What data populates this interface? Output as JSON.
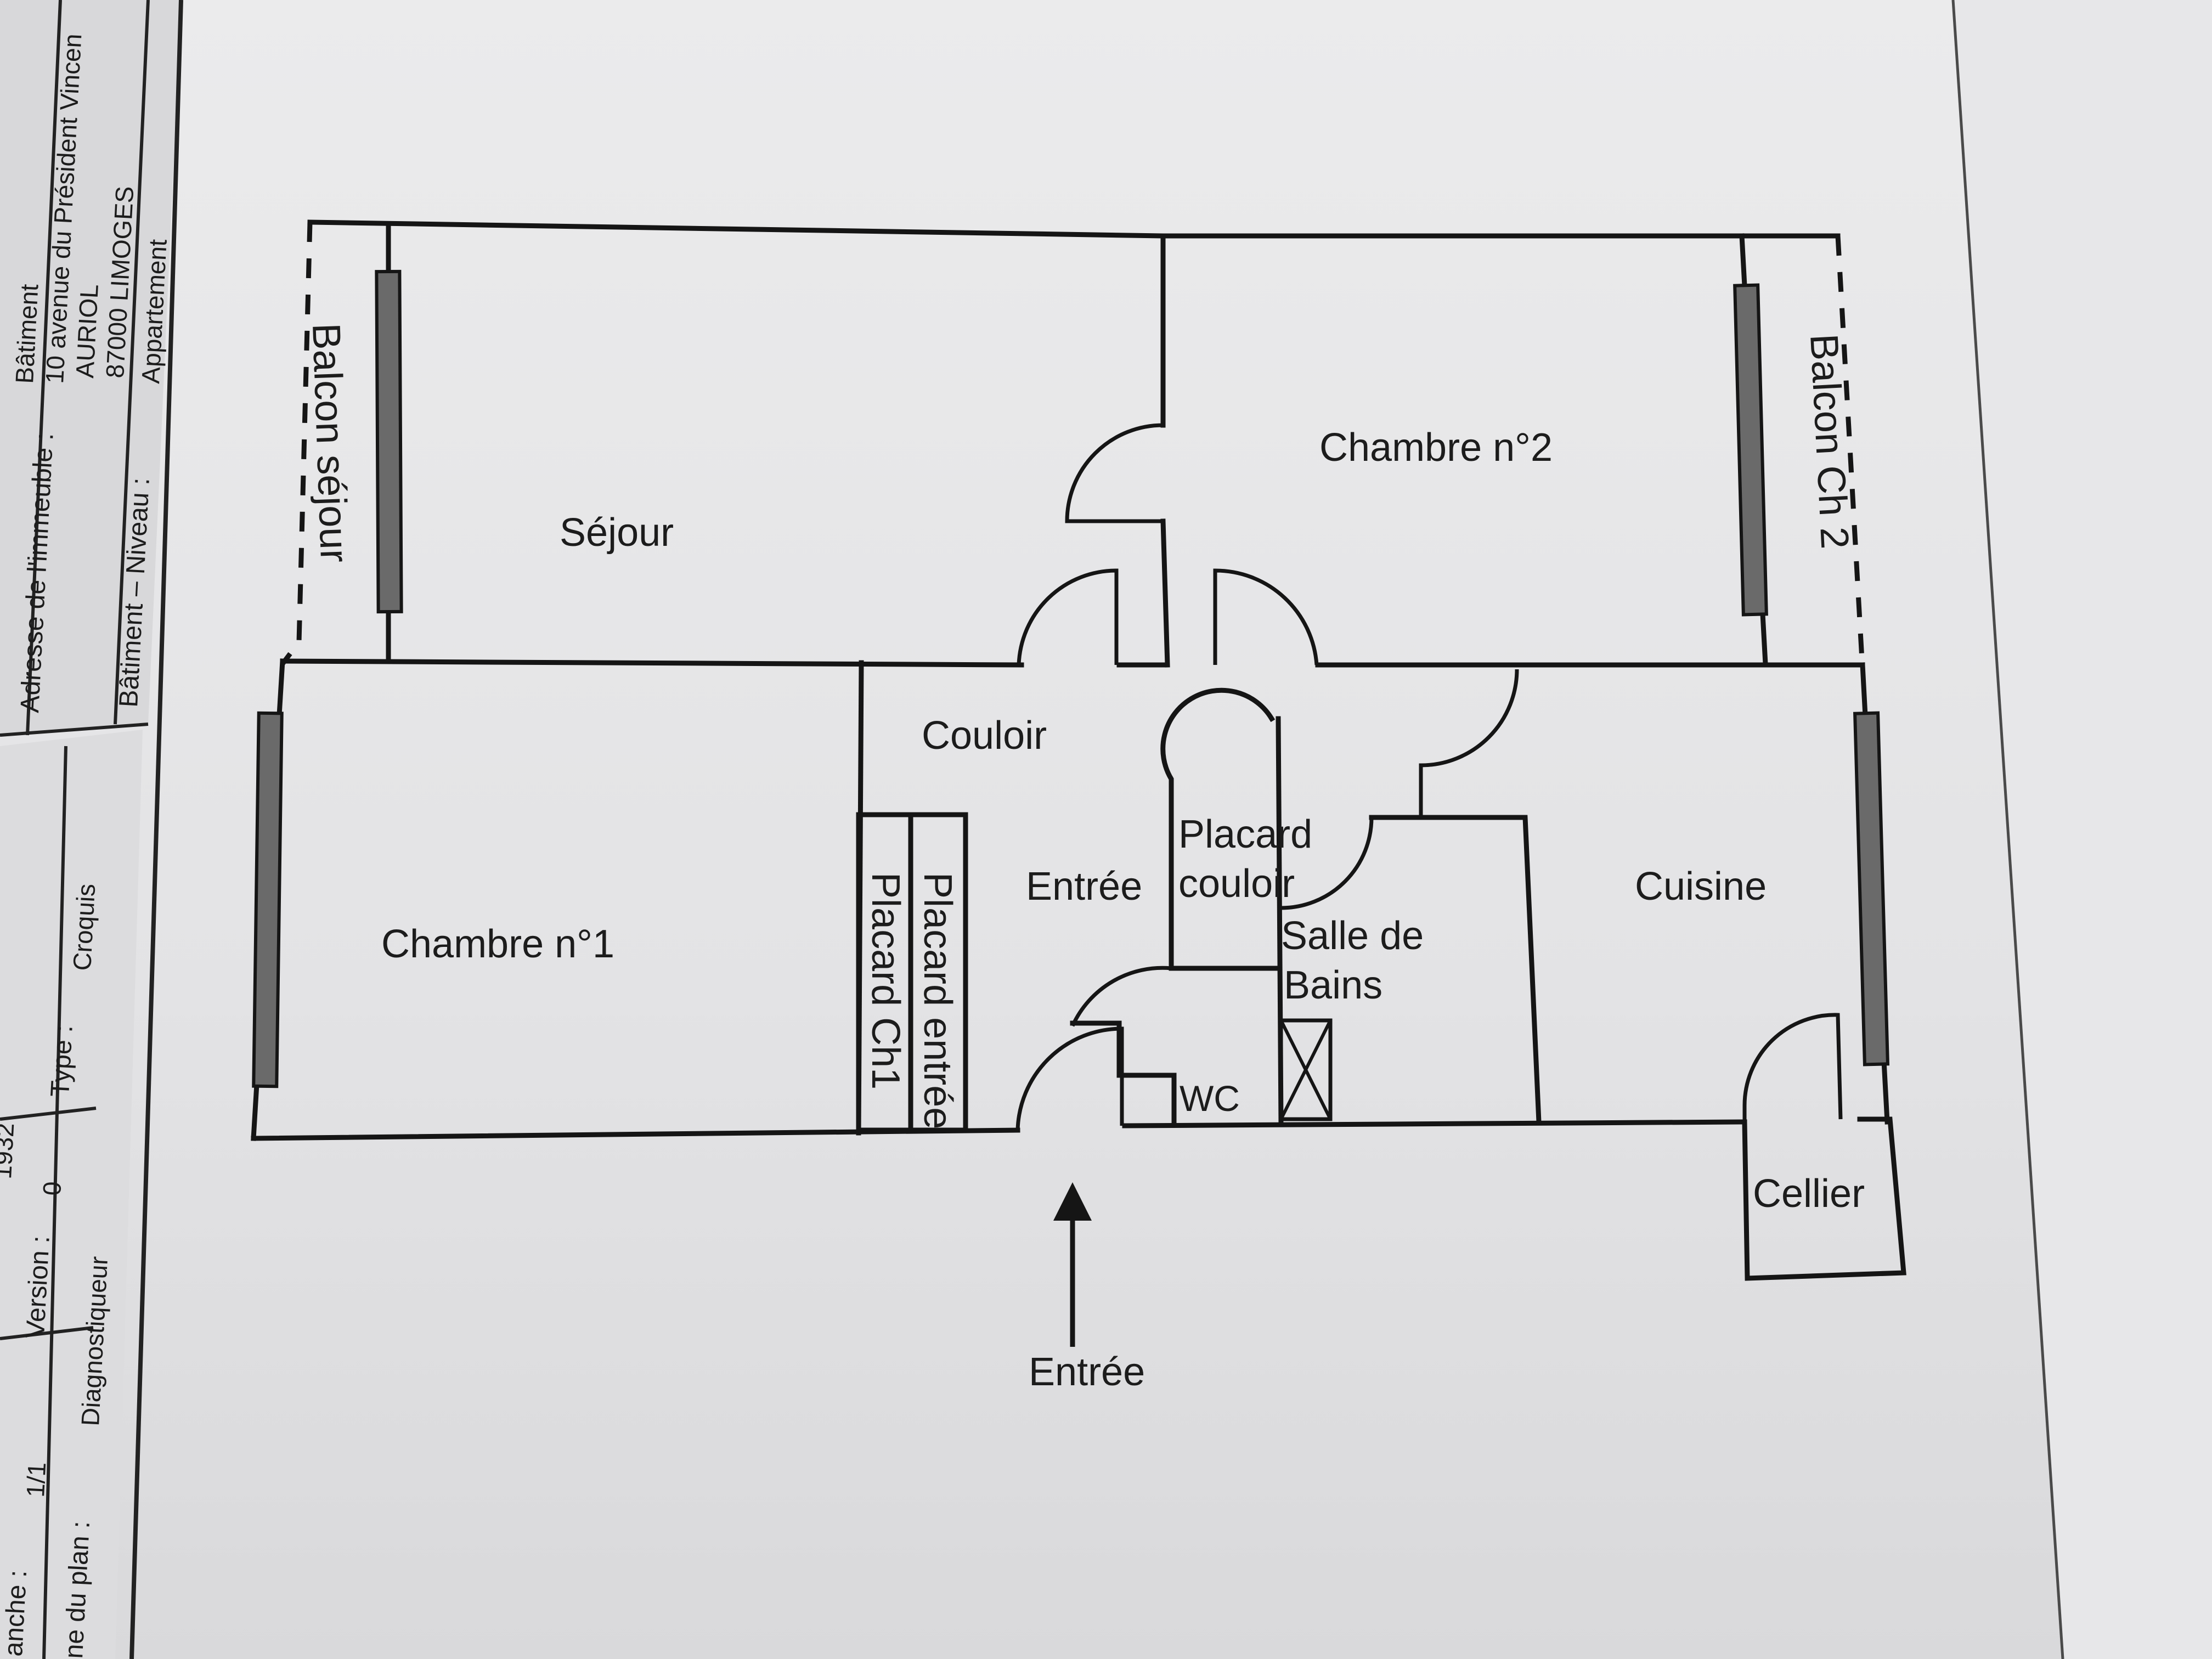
{
  "header": {
    "planche_label": "anche :",
    "planche_value": "1/1",
    "version_label": "Version :",
    "version_value": "0",
    "type_label": "Type :",
    "type_value": "Croquis",
    "plan_label": "ne du plan :",
    "plan_value": "Diagnostiqueur",
    "address_label": "Adresse de l'immeuble :",
    "address_line1": "Bâtiment",
    "address_line2": "10 avenue du Président Vincen",
    "address_line3": "AURIOL",
    "address_line4": "87000 LIMOGES",
    "niveau_label": "Bâtiment – Niveau :",
    "niveau_value": "Appartement",
    "partial_top": "1932"
  },
  "plan": {
    "rooms": {
      "sejour": "Séjour",
      "chambre2": "Chambre n°2",
      "chambre1": "Chambre n°1",
      "couloir": "Couloir",
      "entree": "Entrée",
      "placard_couloir_1": "Placard",
      "placard_couloir_2": "couloir",
      "salle_de_bains_1": "Salle de",
      "salle_de_bains_2": "Bains",
      "cuisine": "Cuisine",
      "wc": "WC",
      "cellier": "Cellier",
      "placard_entree": "Placard entrée",
      "placard_ch1": "Placard Ch1"
    },
    "balcons": {
      "sejour": "Balcon séjour",
      "ch2": "Balcon Ch 2"
    },
    "entrance_label": "Entrée"
  },
  "colors": {
    "ink": "#151515",
    "paper": "#e8e8ea",
    "window_fill": "#6a6a6a"
  }
}
